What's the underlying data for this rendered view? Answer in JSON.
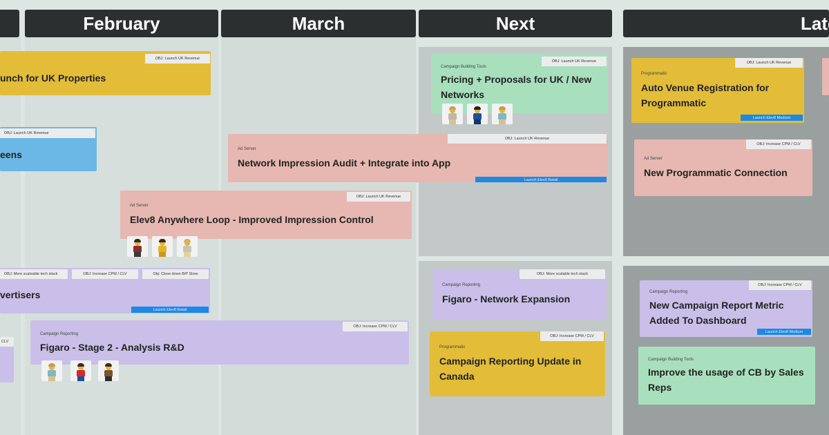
{
  "headers": {
    "february": "February",
    "march": "March",
    "next": "Next",
    "later": "Later"
  },
  "cards": {
    "uk_properties": {
      "tag": "OBJ: Launch UK Revenue",
      "title": "unch for UK Properties"
    },
    "screens": {
      "tag": "OBJ: Launch UK Revenue",
      "title": "eens"
    },
    "pricing": {
      "category": "Campaign Building Tools",
      "tag": "OBJ: Launch UK Revenue",
      "title": "Pricing + Proposals for  UK / New Networks"
    },
    "network_audit": {
      "category": "Ad Server",
      "tag": "OBJ: Launch UK Revenue",
      "title": "Network Impression Audit + Integrate into App",
      "status": "Launch Elev8 Retail"
    },
    "elev8_loop": {
      "category": "Ad Server",
      "tag": "OBJ: Launch UK Revenue",
      "title": "Elev8 Anywhere Loop - Improved Impression Control"
    },
    "advertisers": {
      "tag1": "OBJ: More scaleable tech stack",
      "tag2": "OBJ: Increase CPM / CLV",
      "tag3": "Obj: Close down B/P Store",
      "title": "vertisers",
      "status": "Launch Elev8 Retail"
    },
    "left_sliver": {
      "tag": "CLV"
    },
    "figaro_stage2": {
      "category": "Campaign Reporting",
      "tag": "OBJ: Increase CPM / CLV",
      "title": "Figaro - Stage 2 - Analysis R&D"
    },
    "figaro_expansion": {
      "category": "Campaign Reporting",
      "tag": "OBJ: More scalable tech stack",
      "title": "Figaro - Network Expansion"
    },
    "reporting_canada": {
      "category": "Programmatic",
      "tag": "OBJ: Increase CPM / CLV",
      "title": "Campaign Reporting Update in Canada"
    },
    "auto_venue": {
      "category": "Programmatic",
      "tag": "OBJ: Launch UK Revenue",
      "title": "Auto Venue Registration for Programmatic",
      "status": "Launch Elev8 Medium"
    },
    "new_prog_conn": {
      "category": "Ad Server",
      "tag": "OBJ: Increase CPM / CLV",
      "title": "New Programmatic Connection"
    },
    "new_metric": {
      "category": "Campaign Reporting",
      "tag": "OBJ: Increase CPM / CLV",
      "title": "New Campaign Report Metric Added To Dashboard",
      "status": "Launch Elev8 Medium"
    },
    "cb_usage": {
      "category": "Campaign Building Tools",
      "title": "Improve the usage of CB by Sales Reps"
    }
  },
  "avatar_icons": [
    "lego-figure-icon"
  ],
  "colors": {
    "header_bg": "#2b2f30",
    "yellow": "#e3bd38",
    "blue": "#6bb7e6",
    "pink": "#e6b8b1",
    "purple": "#c9bfe8",
    "green": "#a8e0be",
    "status_blue": "#1e88e5"
  }
}
